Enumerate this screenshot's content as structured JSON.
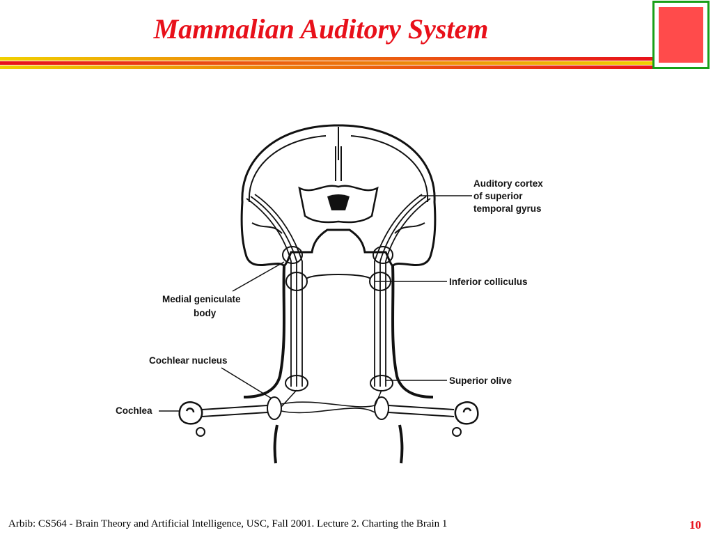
{
  "slide": {
    "title": "Mammalian Auditory System",
    "footer": "Arbib: CS564 - Brain Theory and Artificial Intelligence,  USC, Fall 2001. Lecture 2. Charting the Brain 1",
    "page_number": "10"
  },
  "colors": {
    "title": "#e8101a",
    "rule_yellow": "#f0d000",
    "logo_red": "#ff4b4b",
    "logo_border": "#18a018"
  },
  "diagram": {
    "labels": {
      "auditory_cortex": [
        "Auditory cortex",
        "of superior",
        "temporal gyrus"
      ],
      "inferior_colliculus": "Inferior colliculus",
      "medial_geniculate": [
        "Medial geniculate",
        "body"
      ],
      "cochlear_nucleus": "Cochlear nucleus",
      "superior_olive": "Superior olive",
      "cochlea": "Cochlea"
    }
  }
}
